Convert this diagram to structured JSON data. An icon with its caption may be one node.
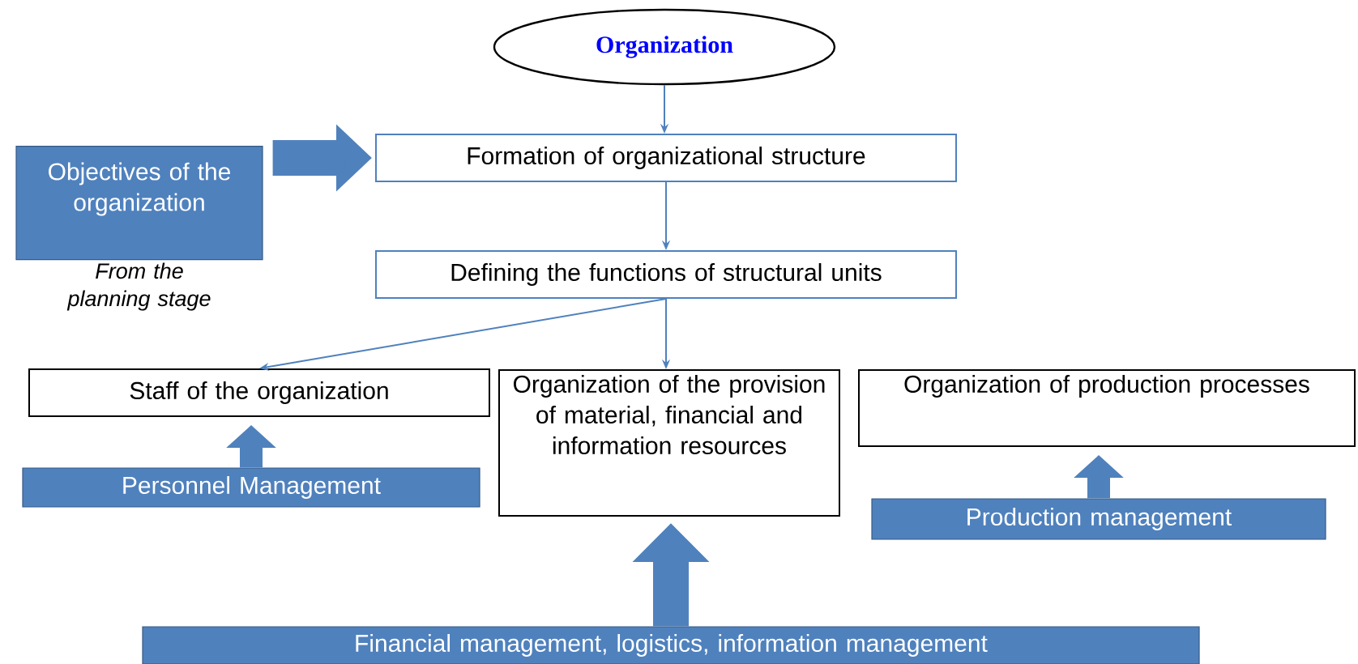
{
  "diagram": {
    "nodes": [
      {
        "text": [
          "Organization"
        ]
      },
      {
        "text": [
          "Objectives of the organization"
        ],
        "beside": [
          "From the planning stage"
        ]
      },
      {
        "text": [
          "Formation of organizational structure"
        ]
      },
      {
        "text": [
          "Defining the functions of structural units"
        ]
      },
      {
        "text": [
          "Staff of the organization"
        ]
      },
      {
        "text": [
          "Organization of the provision of material, financial and information resources"
        ]
      },
      {
        "text": [
          "Organization of production processes"
        ]
      },
      {
        "text": [
          "Personnel Management"
        ]
      },
      {
        "text": [
          "Production management"
        ]
      },
      {
        "text": [
          "Financial management, logistics, information management"
        ]
      }
    ],
    "edges": [
      {
        "from": 0,
        "to": 2,
        "arrow": "to"
      },
      {
        "from": 1,
        "to": 2,
        "arrow": "to",
        "style": "thick"
      },
      {
        "from": 2,
        "to": 3,
        "arrow": "to"
      },
      {
        "from": 3,
        "to": 4,
        "arrow": "to"
      },
      {
        "from": 3,
        "to": 5,
        "arrow": "to"
      },
      {
        "from": 7,
        "to": 4,
        "arrow": "to",
        "style": "thick"
      },
      {
        "from": 9,
        "to": 5,
        "arrow": "to",
        "style": "thick"
      },
      {
        "from": 8,
        "to": 6,
        "arrow": "to",
        "style": "thick"
      }
    ]
  }
}
